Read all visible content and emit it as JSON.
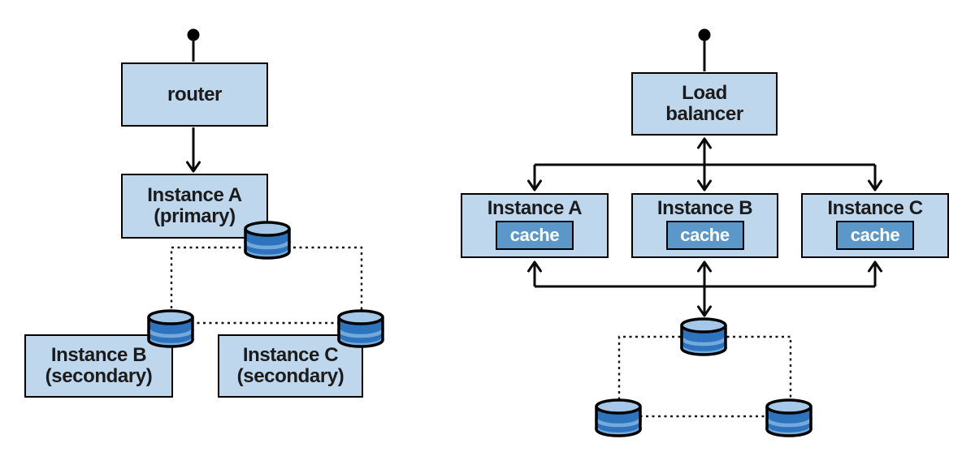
{
  "colors": {
    "box_fill": "#bed7ec",
    "box_border": "#000000",
    "cache_fill": "#5b97c9",
    "cache_text": "#ffffff",
    "line": "#0a0a0a",
    "cylinder_body": "#2e73bd",
    "cylinder_top": "#a6c8e8",
    "cylinder_stripe": "#74aadb",
    "text": "#1b1b1b",
    "bg": "#ffffff"
  },
  "left_diagram": {
    "description": "router with primary instance replicating to secondary instances",
    "router": {
      "label": "router"
    },
    "instance_a": {
      "label": "Instance A",
      "sublabel": "(primary)"
    },
    "instance_b": {
      "label": "Instance B",
      "sublabel": "(secondary)"
    },
    "instance_c": {
      "label": "Instance C",
      "sublabel": "(secondary)"
    }
  },
  "right_diagram": {
    "description": "load balancer fanning out to instances with local caches sharing replicated databases",
    "load_balancer": {
      "label_line1": "Load",
      "label_line2": "balancer"
    },
    "instance_a": {
      "label": "Instance A",
      "cache_label": "cache"
    },
    "instance_b": {
      "label": "Instance B",
      "cache_label": "cache"
    },
    "instance_c": {
      "label": "Instance C",
      "cache_label": "cache"
    }
  }
}
